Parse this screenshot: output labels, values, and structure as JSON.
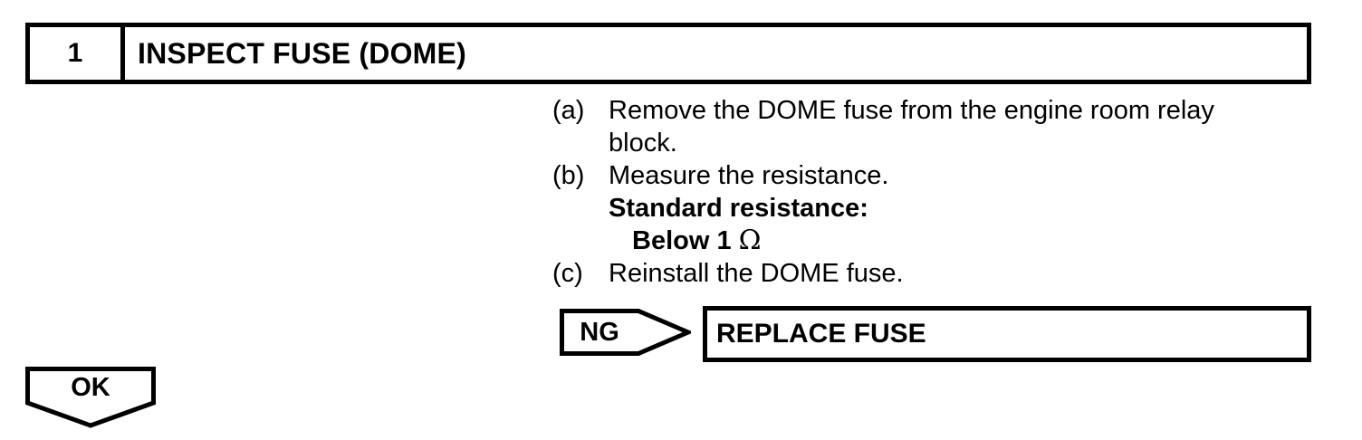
{
  "page": {
    "ink_color": "#000000",
    "paper_color": "#ffffff"
  },
  "step_header": {
    "number": "1",
    "title": "INSPECT FUSE (DOME)"
  },
  "instructions": {
    "steps": [
      {
        "label": "(a)",
        "lines": [
          "Remove the DOME fuse from the engine room relay",
          "block."
        ]
      },
      {
        "label": "(b)",
        "lines": [
          "Measure the resistance."
        ]
      },
      {
        "label": "(c)",
        "lines": [
          "Reinstall the DOME fuse."
        ]
      }
    ],
    "spec": {
      "heading": "Standard resistance:",
      "value_text": "Below 1",
      "value_unit": "Ω"
    }
  },
  "flow": {
    "ng_label": "NG",
    "ng_action": "REPLACE FUSE",
    "ok_label": "OK"
  }
}
